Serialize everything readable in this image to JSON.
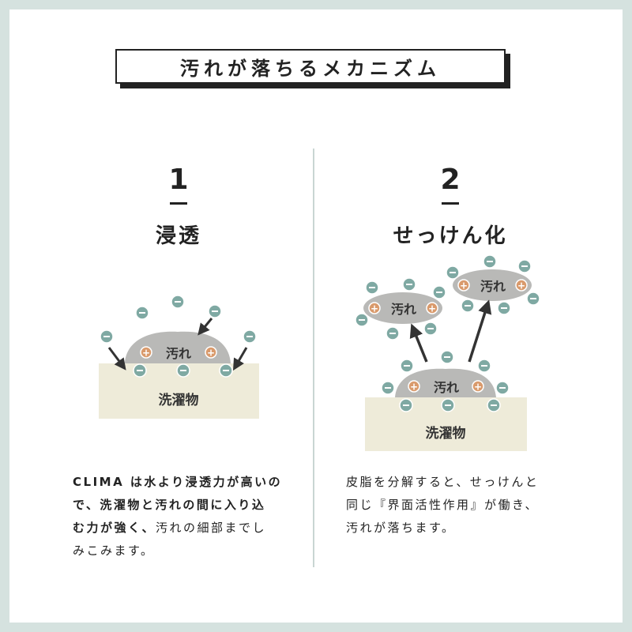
{
  "header": {
    "title": "汚れが落ちるメカニズム"
  },
  "steps": [
    {
      "number": "1",
      "title": "浸透",
      "label_dirt": "汚れ",
      "label_fabric": "洗濯物",
      "description_lines": [
        "CLIMA は水より浸透力が高いの",
        "で、洗濯物と汚れの間に入り込",
        "む力が強く、",
        "汚れの細部までし",
        "みこみます。"
      ]
    },
    {
      "number": "2",
      "title": "せっけん化",
      "label_dirt": "汚れ",
      "label_fabric": "洗濯物",
      "description_lines": [
        "皮脂を分解すると、せっけんと",
        "同じ『界面活性作用』が働き、",
        "汚れが落ちます。"
      ]
    }
  ],
  "symbols": {
    "minus": "−",
    "plus": "+"
  },
  "colors": {
    "background": "#d5e2df",
    "fabric": "#eeebd9",
    "dirt": "#b9b9b7",
    "minus_fill": "#7fa9a3",
    "plus_fill": "#d99a6c",
    "arrow": "#333333"
  }
}
